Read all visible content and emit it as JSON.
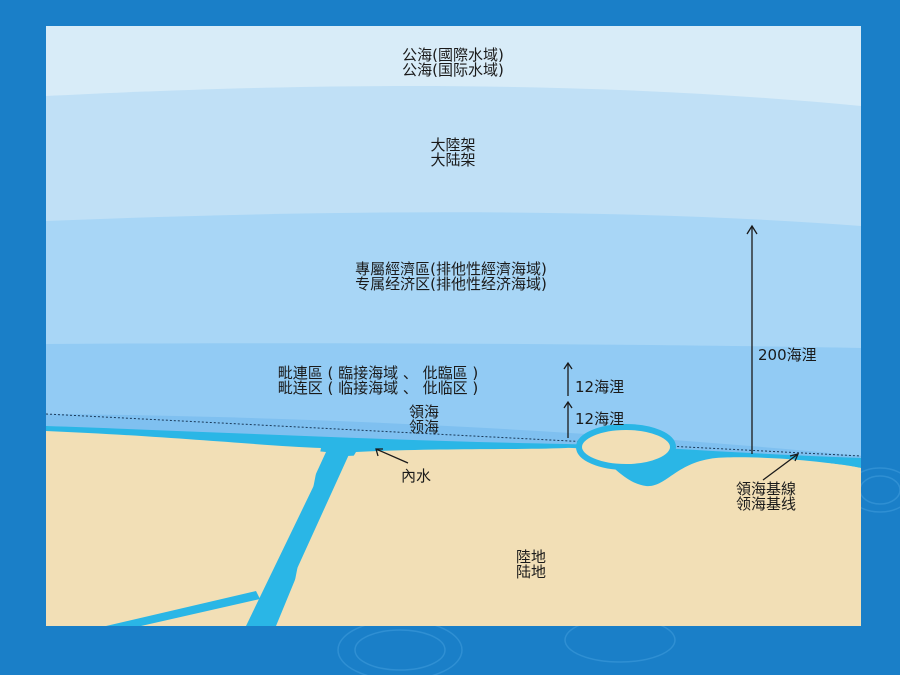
{
  "zones": {
    "high_seas": {
      "line1": "公海(國際水域)",
      "line2": "公海(国际水域)"
    },
    "continental_shelf": {
      "line1": "大陸架",
      "line2": "大陆架"
    },
    "eez": {
      "line1": "專屬經濟區(排他性經濟海域)",
      "line2": "专属经济区(排他性经济海域)"
    },
    "contiguous_zone": {
      "line1": "毗連區 ( 臨接海域 、 仳臨區 )",
      "line2": "毗连区 ( 临接海域 、 仳临区 )"
    },
    "territorial_sea": {
      "line1": "領海",
      "line2": "领海"
    },
    "internal_waters": {
      "line1": "內水"
    },
    "baseline": {
      "line1": "領海基線",
      "line2": "领海基线"
    },
    "land": {
      "line1": "陸地",
      "line2": "陆地"
    }
  },
  "distances": {
    "eez": "200海浬",
    "contiguous": "12海浬",
    "territorial": "12海浬"
  },
  "colors": {
    "slide_background": "#1a7fc8",
    "high_seas": "#d8ecf8",
    "continental_shelf": "#c0e0f6",
    "eez": "#a8d6f6",
    "contiguous_zone": "#92cbf4",
    "territorial_sea": "#7fc0f0",
    "river_internal_water": "#2ab6e6",
    "land": "#f2dfb6"
  }
}
